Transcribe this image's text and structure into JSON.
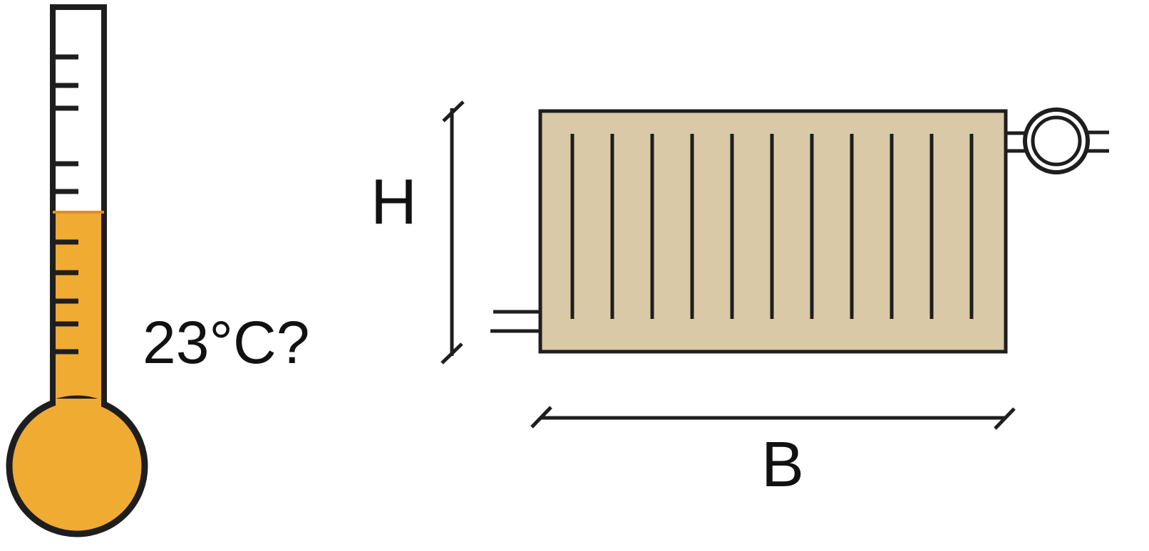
{
  "thermometer": {
    "reading_label": "23°C?",
    "colors": {
      "liquid": "#F0AB33",
      "outline": "#1E1E1E",
      "tube_empty": "#FFFFFF"
    }
  },
  "radiator": {
    "height_label": "H",
    "width_label": "B",
    "fin_count": 11,
    "colors": {
      "body": "#D9C9A6",
      "outline": "#1E1E1E"
    }
  }
}
